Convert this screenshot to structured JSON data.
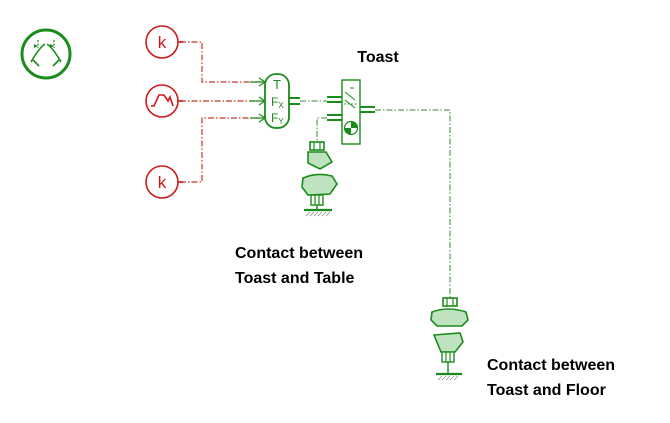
{
  "labels": {
    "toast": "Toast",
    "contact_table_line1": "Contact between",
    "contact_table_line2": "Toast and Table",
    "contact_floor_line1": "Contact between",
    "contact_floor_line2": "Toast and Floor"
  },
  "blocks": {
    "constant_top": "k",
    "constant_bottom": "k",
    "force_torque_ports": {
      "t": "T",
      "fx": "F",
      "fx_sub": "X",
      "fy": "F",
      "fy_sub": "Y"
    }
  },
  "colors": {
    "component_green": "#1a8c1a",
    "fill_green": "#bfe3c0",
    "signal_red": "#d01818",
    "signal_line": "#c0392b",
    "connection_line": "#3a8a3a"
  }
}
